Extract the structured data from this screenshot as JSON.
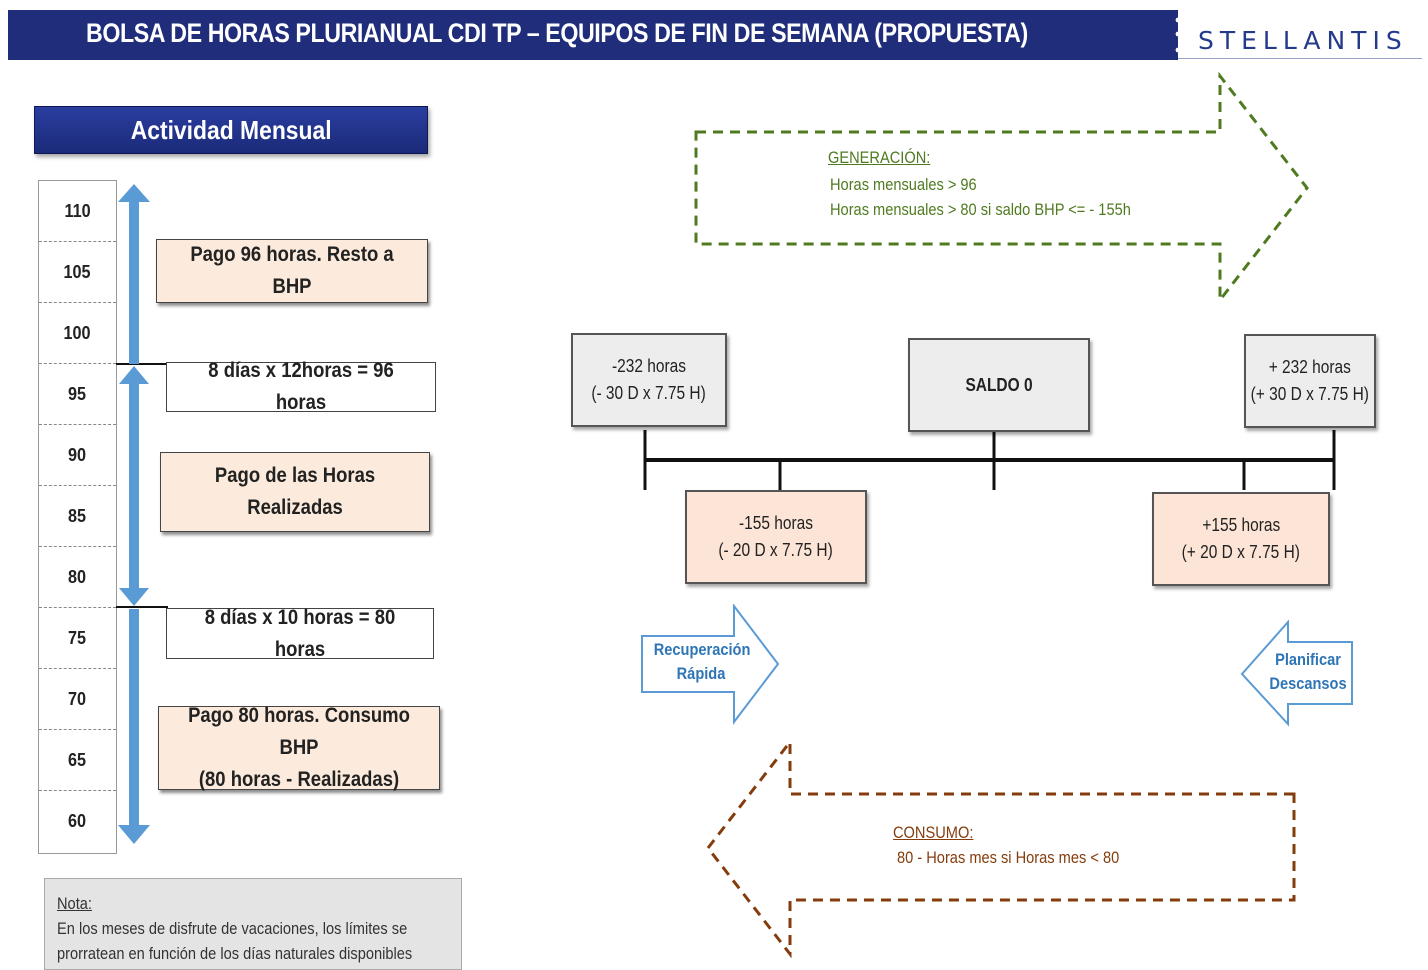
{
  "header": {
    "title": "BOLSA DE HORAS PLURIANUAL CDI TP – EQUIPOS DE FIN DE SEMANA (PROPUESTA)",
    "logo": "STELLANTIS",
    "bar_color": "#1f2d7a"
  },
  "activity": {
    "title": "Actividad Mensual",
    "scale": [
      "110",
      "105",
      "100",
      "95",
      "90",
      "85",
      "80",
      "75",
      "70",
      "65",
      "60"
    ],
    "boxes": {
      "pago96": "Pago 96 horas. Resto a BHP",
      "dias12": "8 días x 12horas = 96 horas",
      "pago_realizadas": "Pago de las Horas\nRealizadas",
      "dias10": "8 días x 10 horas = 80 horas",
      "pago80": "Pago 80 horas. Consumo BHP\n(80 horas - Realizadas)"
    },
    "arrow_color": "#5b9bd5"
  },
  "note": {
    "title": "Nota:",
    "lines": [
      "En los meses de disfrute de vacaciones, los límites se",
      "prorratean en función de los días naturales disponibles"
    ]
  },
  "generation": {
    "title": "GENERACIÓN:",
    "lines": [
      "Horas mensuales > 96",
      "Horas mensuales > 80  si saldo BHP <= - 155h"
    ],
    "color": "#4f7a1f"
  },
  "timeline": {
    "minus232": {
      "line1": "-232 horas",
      "line2": "(- 30 D x 7.75 H)"
    },
    "saldo": "SALDO 0",
    "plus232": {
      "line1": "+ 232 horas",
      "line2": "(+ 30 D x 7.75 H)"
    },
    "minus155": {
      "line1": "-155 horas",
      "line2": "(- 20 D x 7.75 H)"
    },
    "plus155": {
      "line1": "+155 horas",
      "line2": "(+ 20 D x 7.75 H)"
    }
  },
  "recuperacion": {
    "line1": "Recuperación",
    "line2": "Rápida"
  },
  "planificar": {
    "line1": "Planificar",
    "line2": "Descansos"
  },
  "consumo": {
    "title": "CONSUMO:",
    "line": "80 - Horas mes si Horas mes < 80",
    "color": "#843c0c"
  }
}
